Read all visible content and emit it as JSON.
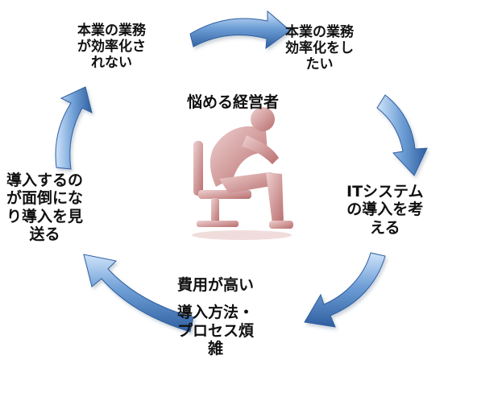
{
  "diagram": {
    "center_title": "悩める経営者",
    "steps": [
      {
        "lines": [
          "本業の業務",
          "が効率化さ",
          "れない"
        ]
      },
      {
        "lines": [
          "本業の業務",
          "効率化をし",
          "たい"
        ]
      },
      {
        "lines": [
          "ITシステム",
          "の導入を考",
          "える"
        ]
      },
      {
        "lines": [
          "費用が高い",
          "",
          "導入方法・",
          "プロセス煩",
          "雑"
        ]
      },
      {
        "lines": [
          "導入するの",
          "が面倒にな",
          "り導入を見",
          "送る"
        ]
      }
    ],
    "colors": {
      "arrow_light": "#9cc3ee",
      "arrow_dark": "#2f5fa0",
      "figure": "#dba7a7",
      "figure_dark": "#b86e6e",
      "text": "#111111"
    },
    "icons": [
      "curved-arrow-icon",
      "worried-person-on-chair-icon"
    ]
  }
}
